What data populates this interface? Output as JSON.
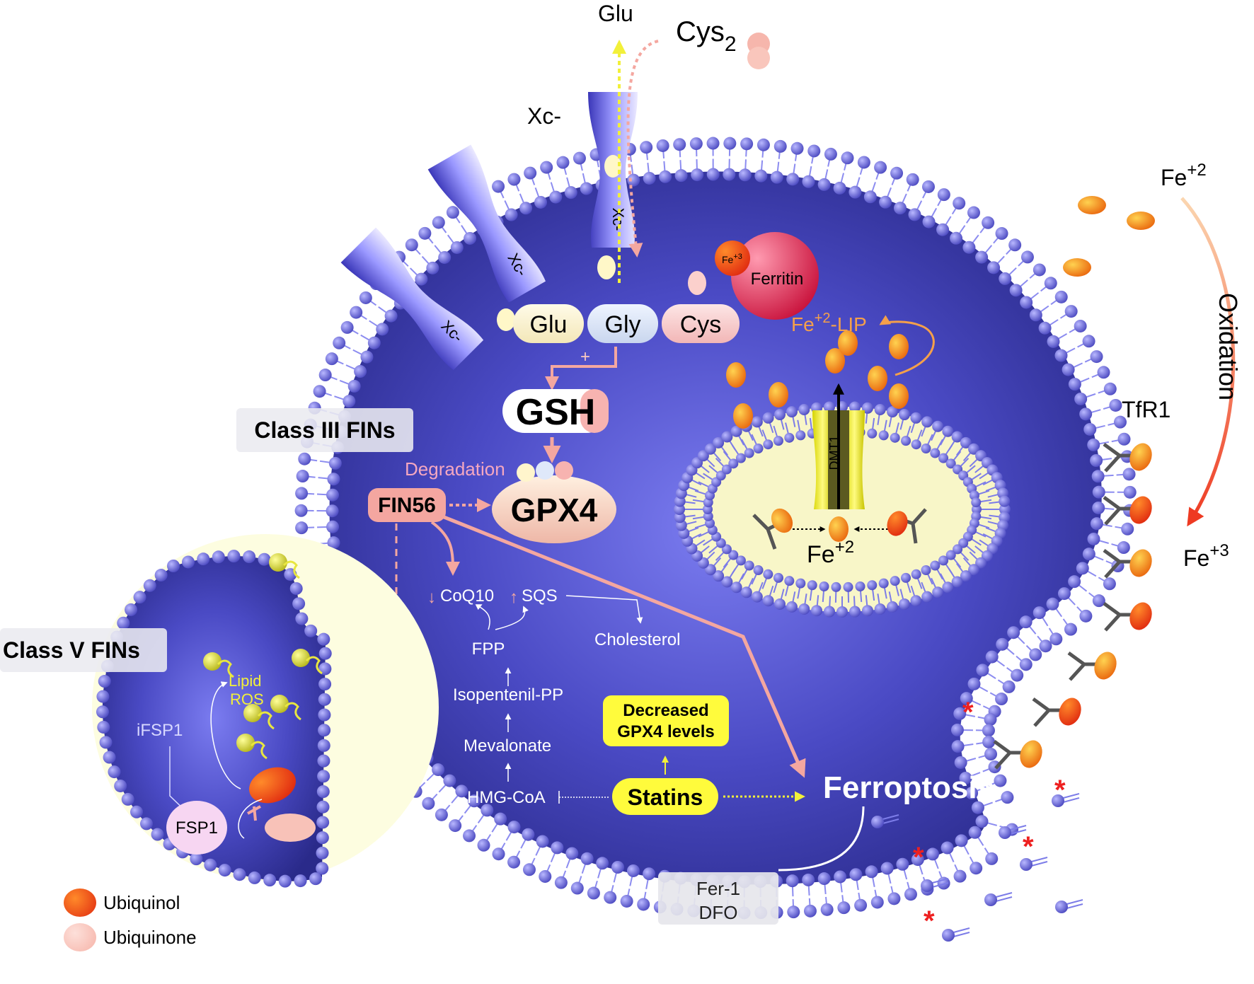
{
  "extracellular": {
    "glu_out": "Glu",
    "cys2_base": "Cys",
    "cys2_sub": "2",
    "xc_label": "Xc-",
    "fe2_base": "Fe",
    "fe2_sup": "+2",
    "fe3_base": "Fe",
    "fe3_sup": "+3",
    "oxidation": "Oxidation",
    "tfr1": "TfR1"
  },
  "membrane": {
    "xc_transporter_label": "Xc-"
  },
  "ferritin": {
    "label": "Ferritin",
    "fe3_base": "Fe",
    "fe3_sup": "+3"
  },
  "amino_acids": {
    "glu": "Glu",
    "gly": "Gly",
    "cys": "Cys",
    "plus": "+"
  },
  "gsh": "GSH",
  "gpx4": "GPX4",
  "degradation": "Degradation",
  "fin56": "FIN56",
  "lip": {
    "base": "Fe",
    "sup": "+2",
    "suffix": "-LIP"
  },
  "endosome": {
    "dmt1": "DMT1",
    "fe2_base": "Fe",
    "fe2_sup": "+2"
  },
  "pathway": {
    "coq10": "CoQ10",
    "sqs": "SQS",
    "fpp": "FPP",
    "cholesterol": "Cholesterol",
    "isopentenil": "Isopentenil-PP",
    "mevalonate": "Mevalonate",
    "hmgcoa": "HMG-CoA",
    "statins": "Statins",
    "decreased_line1": "Decreased",
    "decreased_line2": "GPX4 levels"
  },
  "ferroptosis": "Ferroptosis",
  "inhibitors": {
    "line1": "Fer-1",
    "line2": "DFO"
  },
  "class3": "Class III FINs",
  "class5": "Class V FINs",
  "inset": {
    "lipid": "Lipid",
    "ros": "ROS",
    "ifsp1": "iFSP1",
    "fsp1": "FSP1"
  },
  "legend": [
    {
      "label": "Ubiquinol",
      "color": "#e8481a"
    },
    {
      "label": "Ubiquinone",
      "color": "#f6b3a8"
    }
  ],
  "colors": {
    "cell": "#3b3bb0",
    "cell_center": "#7a7ae8",
    "lipid_head": "#6a68d8",
    "iron": "#f08a1a",
    "fin56": "#f4a6a0",
    "arrow_pink": "#f4a7a0",
    "statins": "#fffb3c"
  }
}
